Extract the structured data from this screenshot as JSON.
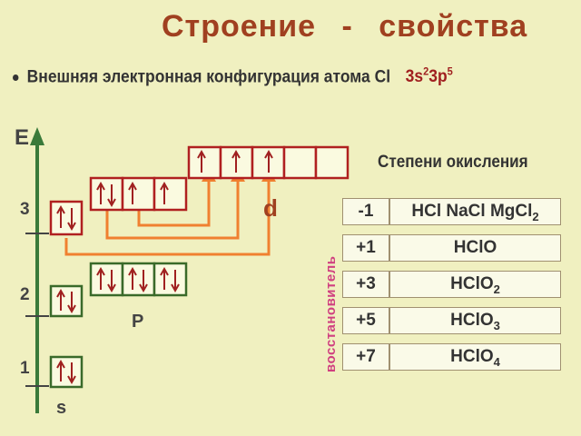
{
  "title": "Строение   -   свойства",
  "bullet": {
    "text": "Внешняя электронная конфигурация атома Cl",
    "config_base_1": "3s",
    "config_sup_1": "2",
    "config_base_2": "3p",
    "config_sup_2": "5"
  },
  "axis": {
    "label": "E"
  },
  "levels": {
    "l1": "1",
    "l2": "2",
    "l3": "3"
  },
  "sublevels": {
    "s": "s",
    "p": "P",
    "d": "d"
  },
  "oxidation": {
    "heading": "Степени окисления",
    "side_label": "восстановитель",
    "rows": [
      {
        "degree": "-1",
        "compound": "HCl   NaCl   MgCl",
        "sub": "2"
      },
      {
        "degree": "+1",
        "compound": "HClO",
        "sub": ""
      },
      {
        "degree": "+3",
        "compound": "HClO",
        "sub": "2"
      },
      {
        "degree": "+5",
        "compound": "HClO",
        "sub": "3"
      },
      {
        "degree": "+7",
        "compound": "HClO",
        "sub": "4"
      }
    ]
  },
  "colors": {
    "background": "#f0f0c0",
    "title": "#a04020",
    "axis": "#3a7a3a",
    "green_box": "#3a6a2a",
    "red_box": "#b02020",
    "orange_arrow": "#f08030",
    "reducer": "#d04080"
  }
}
